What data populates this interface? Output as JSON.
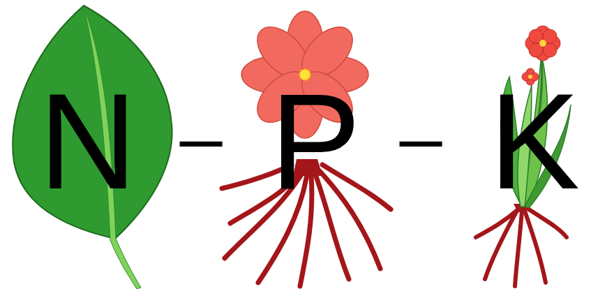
{
  "diagram": {
    "labels": [
      "N",
      "–",
      "P",
      "–",
      "K"
    ]
  }
}
